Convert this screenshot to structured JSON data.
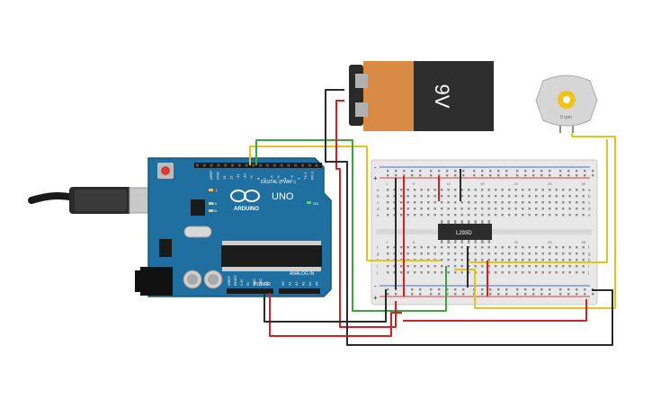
{
  "colors": {
    "background": "#ffffff",
    "arduino_board": "#1f6fa0",
    "breadboard": "#e8e8e8",
    "battery_body": "#2e2e2e",
    "battery_terminal": "#d98a45",
    "motor": "#d6d6d6",
    "motor_gear": "#f2c21a",
    "wire_red": "#d81f1f",
    "wire_black": "#2a2a2a",
    "wire_green": "#3aa839",
    "wire_yellow": "#e8c21c",
    "chip": "#2b2b2b"
  },
  "battery": {
    "label": "9V"
  },
  "motor": {
    "speed_label": "0 rpm"
  },
  "chip": {
    "label": "L293D"
  },
  "arduino": {
    "logo_text": "ARDUINO",
    "uno_text": "UNO",
    "digital_label": "DIGITAL (PWM~)",
    "power_label": "POWER",
    "analog_label": "ANALOG IN",
    "on_label": "ON",
    "tx_label": "TX",
    "rx_label": "RX",
    "l_label": "L",
    "digital_pins": [
      "AREF",
      "GND",
      "13",
      "12",
      "~11",
      "~10",
      "~9",
      "8",
      "7",
      "~6",
      "~5",
      "4",
      "~3",
      "2",
      "TX 1",
      "RX 0"
    ],
    "power_pins": [
      "IOREF",
      "RESET",
      "3.3V",
      "5V",
      "GND",
      "GND",
      "Vin"
    ],
    "analog_pins": [
      "A0",
      "A1",
      "A2",
      "A3",
      "A4",
      "A5"
    ]
  },
  "breadboard": {
    "row_letters_top": [
      "a",
      "b",
      "c",
      "d",
      "e"
    ],
    "row_letters_bottom": [
      "f",
      "g",
      "h",
      "i",
      "j"
    ],
    "rail_plus": "+",
    "rail_minus": "-",
    "column_numbers": [
      "1",
      "5",
      "10",
      "15",
      "20",
      "25",
      "30"
    ]
  }
}
